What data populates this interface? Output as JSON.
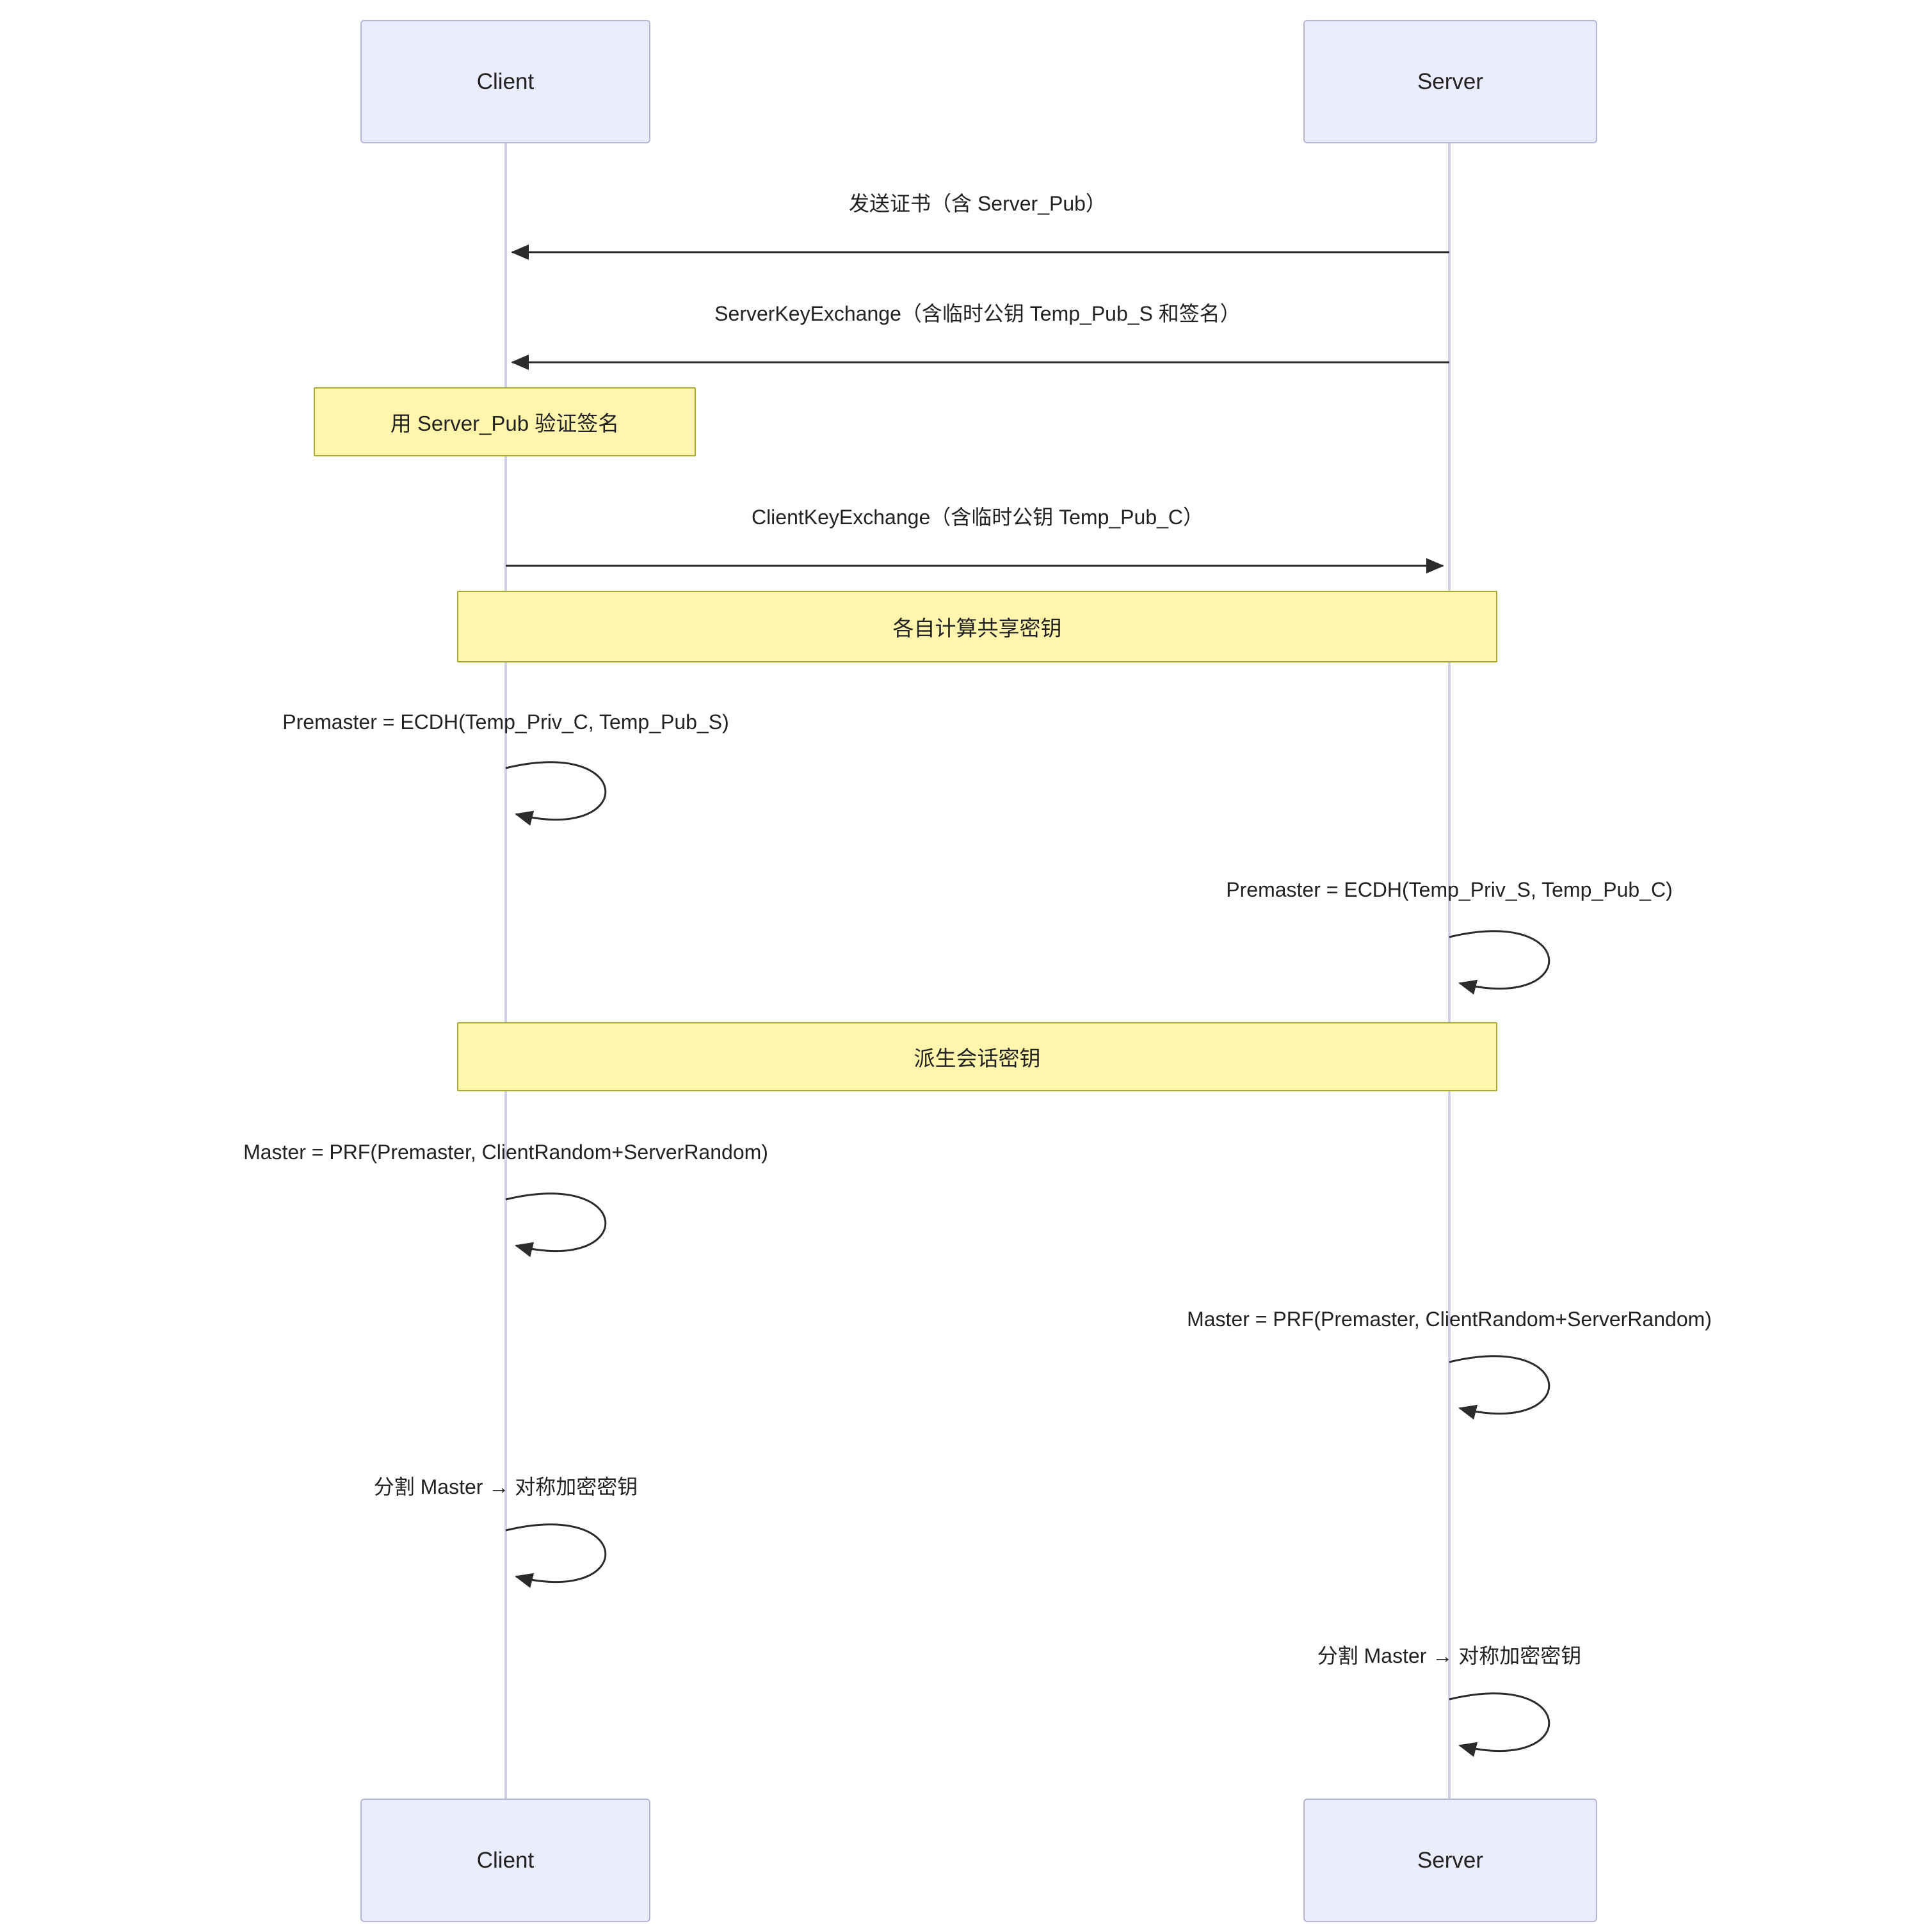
{
  "diagram": {
    "type": "sequence-diagram",
    "actors": {
      "client": "Client",
      "server": "Server"
    },
    "messages": {
      "m1": "发送证书（含 Server_Pub）",
      "m2": "ServerKeyExchange（含临时公钥 Temp_Pub_S 和签名）",
      "m3": "ClientKeyExchange（含临时公钥 Temp_Pub_C）",
      "self_client_premaster": "Premaster = ECDH(Temp_Priv_C, Temp_Pub_S)",
      "self_server_premaster": "Premaster = ECDH(Temp_Priv_S, Temp_Pub_C)",
      "self_client_master": "Master = PRF(Premaster, ClientRandom+ServerRandom)",
      "self_server_master": "Master = PRF(Premaster, ClientRandom+ServerRandom)",
      "self_client_split": "分割 Master → 对称加密密钥",
      "self_server_split": "分割 Master → 对称加密密钥"
    },
    "notes": {
      "verify_signature": "用 Server_Pub 验证签名",
      "compute_shared_secret": "各自计算共享密钥",
      "derive_session_key": "派生会话密钥"
    },
    "colors": {
      "actor_fill": "#ECECFF",
      "actor_border": "#b5b5d8",
      "note_fill": "#FFF5AD",
      "note_border": "#AAAA33",
      "lifeline": "#d0d0e6",
      "arrow": "#2b2b2b",
      "text": "#222222"
    }
  }
}
